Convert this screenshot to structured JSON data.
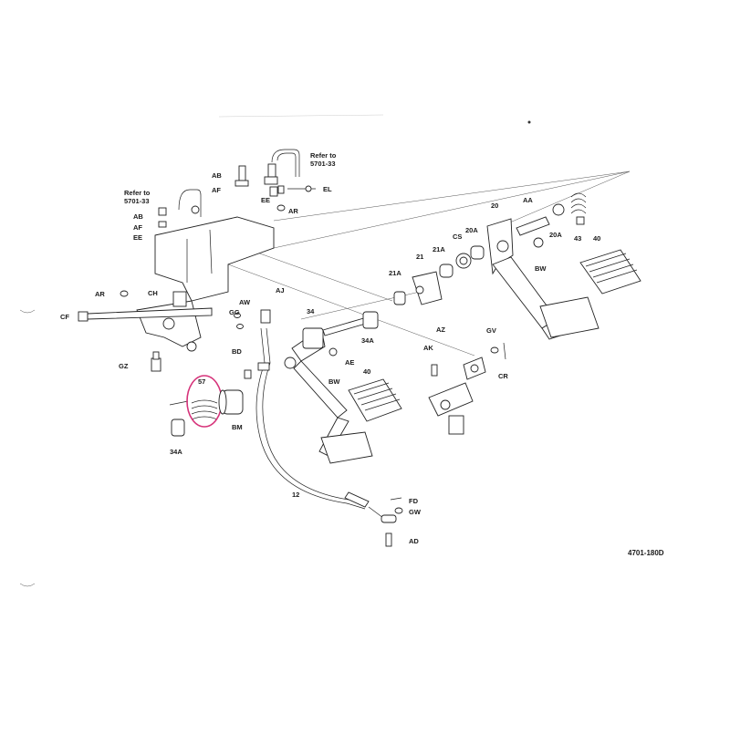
{
  "document_code": "4701-180D",
  "refer_to_left": {
    "line1": "Refer to",
    "line2": "5701-33"
  },
  "refer_to_right": {
    "line1": "Refer to",
    "line2": "5701-33"
  },
  "labels": {
    "AB_top": "AB",
    "AF_top": "AF",
    "EE_top": "EE",
    "EL": "EL",
    "AR_top": "AR",
    "AB_left": "AB",
    "AF_left": "AF",
    "EE_left": "EE",
    "AR_left": "AR",
    "CH": "CH",
    "CF": "CF",
    "GZ": "GZ",
    "AW": "AW",
    "GG": "GG",
    "BD": "BD",
    "AJ": "AJ",
    "p57": "57",
    "BM": "BM",
    "p34A_left": "34A",
    "p34": "34",
    "p34A_mid": "34A",
    "AE": "AE",
    "BW_mid": "BW",
    "p40_mid": "40",
    "p12": "12",
    "FD": "FD",
    "GW": "GW",
    "AD": "AD",
    "p21A_a": "21A",
    "p21": "21",
    "p21A_b": "21A",
    "CS": "CS",
    "p20A_a": "20A",
    "AZ": "AZ",
    "AK": "AK",
    "GV": "GV",
    "CR": "CR",
    "p20": "20",
    "AA": "AA",
    "p20A_b": "20A",
    "p43": "43",
    "p40_right": "40",
    "BW_right": "BW"
  },
  "highlight_color": "#d6337a"
}
